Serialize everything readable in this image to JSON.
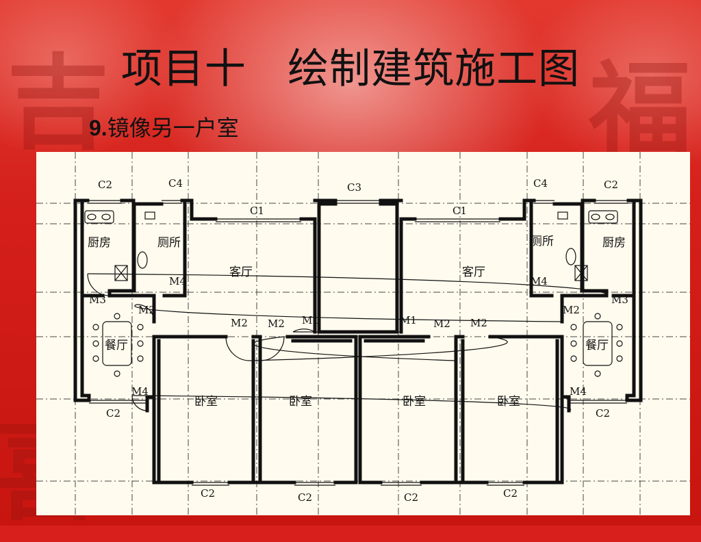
{
  "slide": {
    "title": "项目十   绘制建筑施工图",
    "subtitle_number": "9.",
    "subtitle_text": "镜像另一户室"
  },
  "floor_plan": {
    "rooms": {
      "kitchen": "厨房",
      "toilet": "厕所",
      "living": "客厅",
      "dining": "餐厅",
      "bedroom": "卧室"
    },
    "windows": {
      "c1": "C1",
      "c2": "C2",
      "c3": "C3",
      "c4": "C4"
    },
    "doors": {
      "m1": "M1",
      "m2": "M2",
      "m3": "M3",
      "m4": "M4"
    }
  },
  "colors": {
    "background_red": "#d81f1c",
    "plan_background": "#fffbee",
    "ink": "#111111"
  }
}
